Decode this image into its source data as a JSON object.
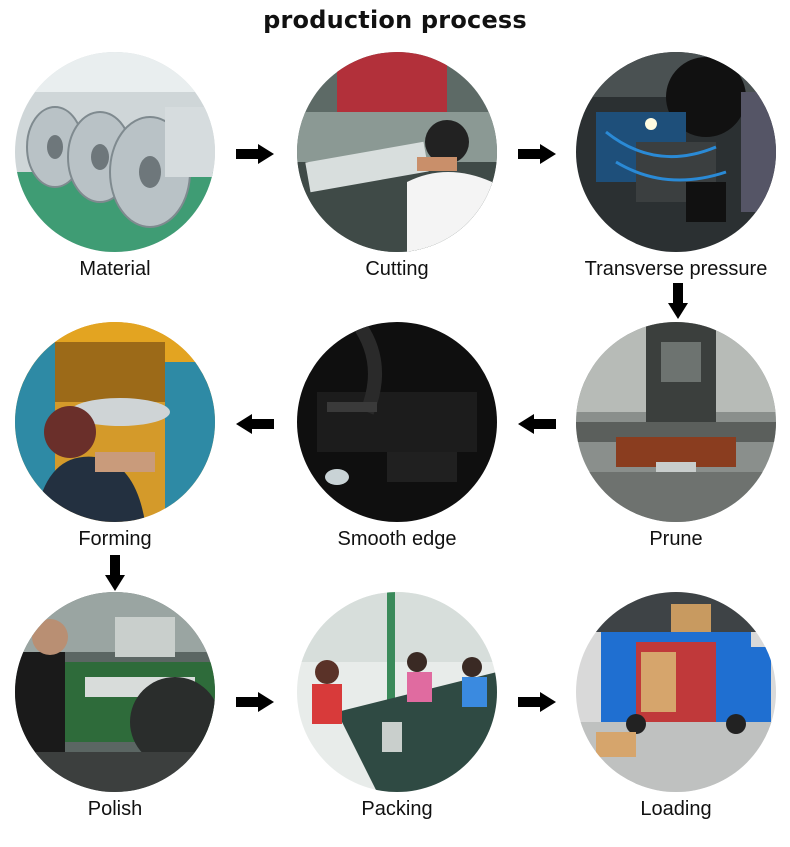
{
  "title": "production process",
  "steps": [
    {
      "label": "Material"
    },
    {
      "label": "Cutting"
    },
    {
      "label": "Transverse pressure"
    },
    {
      "label": "Prune"
    },
    {
      "label": "Smooth edge"
    },
    {
      "label": "Forming"
    },
    {
      "label": "Polish"
    },
    {
      "label": "Packing"
    },
    {
      "label": "Loading"
    }
  ],
  "colors": {
    "arrow": "#000000",
    "text": "#111111"
  }
}
